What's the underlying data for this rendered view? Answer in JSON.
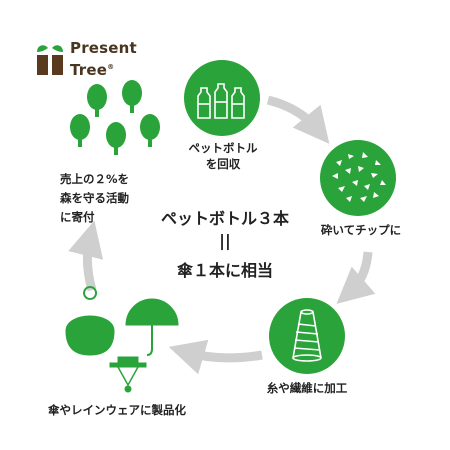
{
  "logo": {
    "line1": "Present",
    "line2": "Tree",
    "registered": "®"
  },
  "center": {
    "line1": "ペットボトル３本",
    "equals": "||",
    "line2": "傘１本に相当"
  },
  "steps": {
    "collect": {
      "line1": "ペットボトル",
      "line2": "を回収"
    },
    "crush": {
      "label": "砕いてチップに"
    },
    "fiber": {
      "label": "糸や繊維に加工"
    },
    "products": {
      "label": "傘やレインウェアに製品化"
    },
    "donate": {
      "line1": "売上の２%を",
      "line2": "森を守る活動",
      "line3": "に寄付"
    }
  },
  "colors": {
    "green": "#2aa33a",
    "brown": "#5a3a1e",
    "arrow": "#cfcfcf"
  }
}
